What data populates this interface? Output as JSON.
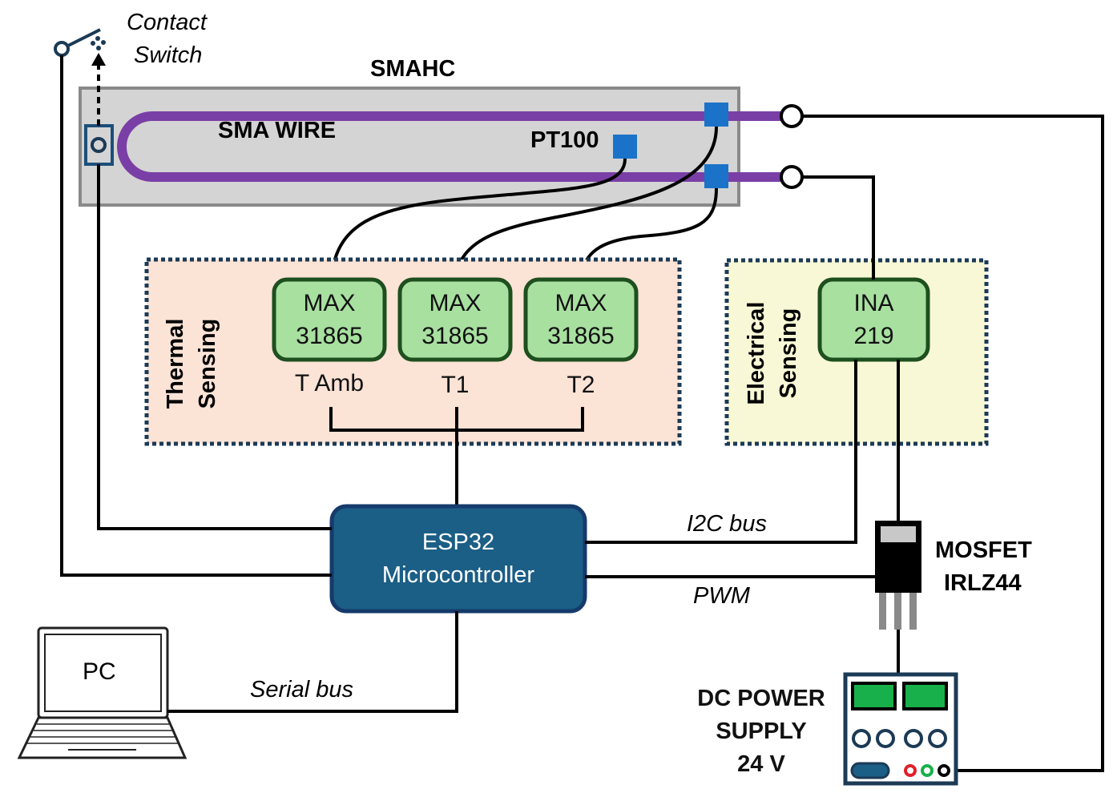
{
  "contact_switch": {
    "line1": "Contact",
    "line2": "Switch"
  },
  "smahc": {
    "title": "SMAHC",
    "wire_label": "SMA WIRE",
    "sensor_label": "PT100"
  },
  "thermal": {
    "line1": "Thermal",
    "line2": "Sensing",
    "chips": [
      {
        "l1": "MAX",
        "l2": "31865",
        "tag": "T Amb"
      },
      {
        "l1": "MAX",
        "l2": "31865",
        "tag": "T1"
      },
      {
        "l1": "MAX",
        "l2": "31865",
        "tag": "T2"
      }
    ]
  },
  "electrical": {
    "line1": "Electrical",
    "line2": "Sensing",
    "chip": {
      "l1": "INA",
      "l2": "219"
    }
  },
  "esp32": {
    "l1": "ESP32",
    "l2": "Microcontroller"
  },
  "buses": {
    "i2c": "I2C bus",
    "pwm": "PWM",
    "serial": "Serial bus"
  },
  "mosfet": {
    "l1": "MOSFET",
    "l2": "IRLZ44"
  },
  "pc": {
    "label": "PC"
  },
  "power": {
    "l1": "DC POWER",
    "l2": "SUPPLY",
    "l3": "24 V"
  },
  "colors": {
    "wire": "#7a3fa6",
    "sensor": "#1a73c9",
    "esp": "#1b5e86",
    "chip": "#a8e0a0",
    "chip_border": "#1e4f1e",
    "thermal_bg": "#fbe3d6",
    "elec_bg": "#f8f8d6",
    "smahc_bg": "#d4d4d4"
  }
}
